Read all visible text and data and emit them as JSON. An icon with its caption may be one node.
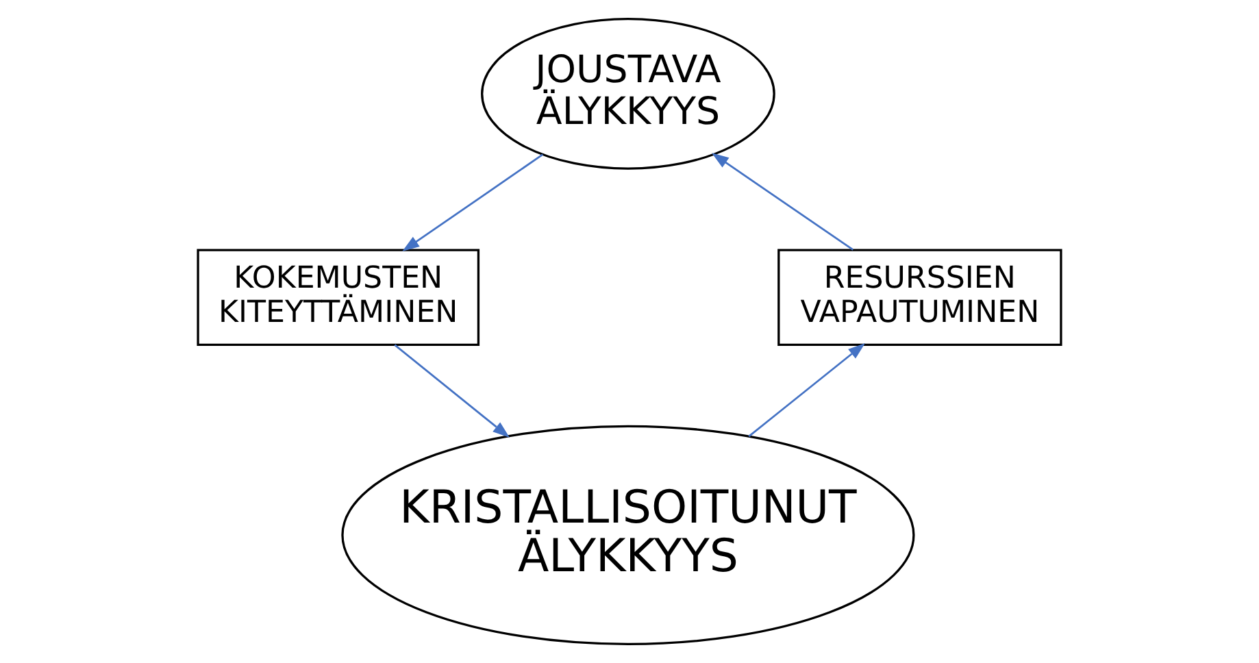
{
  "diagram": {
    "nodes": [
      {
        "text": [
          "JOUSTAVA ÄLYKKYYS"
        ]
      },
      {
        "text": [
          "KOKEMUSTEN KITEYTTÄMINEN"
        ]
      },
      {
        "text": [
          "RESURSSIEN VAPAUTUMINEN"
        ]
      },
      {
        "text": [
          "KRISTALLISOITUNUT ÄLYKKYYS"
        ]
      }
    ],
    "edges": [
      {
        "from": 0,
        "to": 1,
        "arrow": "to"
      },
      {
        "from": 1,
        "to": 3,
        "arrow": "to"
      },
      {
        "from": 3,
        "to": 2,
        "arrow": "to"
      },
      {
        "from": 2,
        "to": 0,
        "arrow": "to"
      }
    ]
  }
}
